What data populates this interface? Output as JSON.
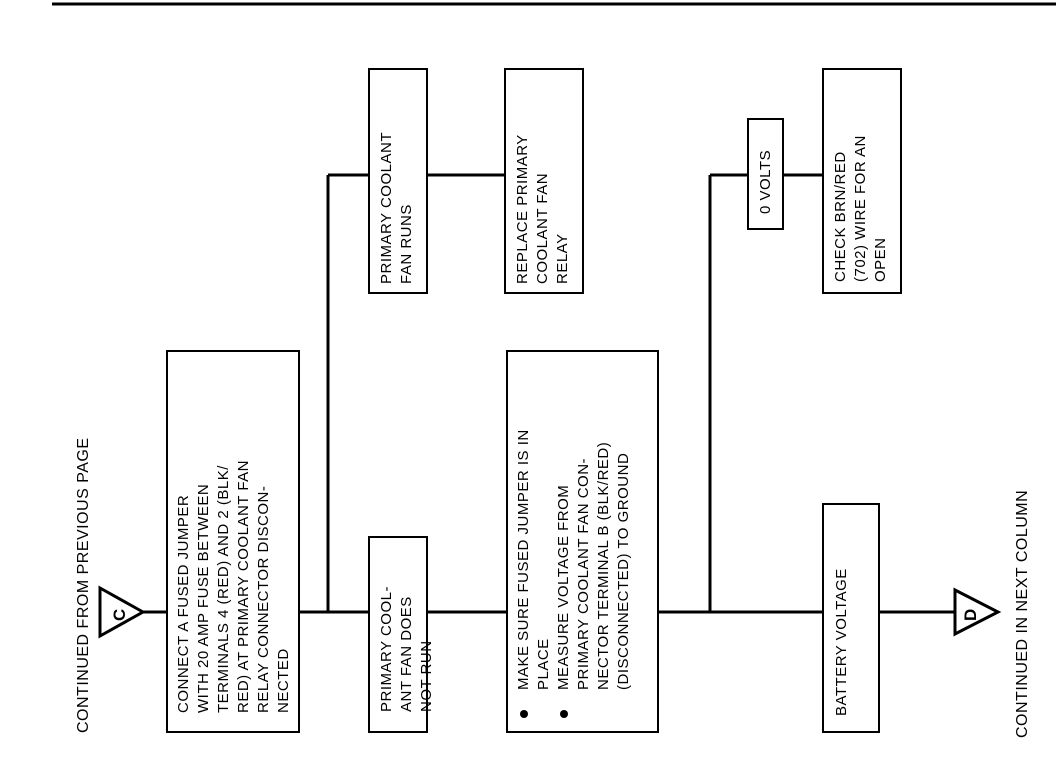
{
  "page": {
    "header_continued": "CONTINUED FROM PREVIOUS PAGE",
    "footer_continued": "CONTINUED IN NEXT COLUMN"
  },
  "connectors": {
    "start": "C",
    "end": "D"
  },
  "steps": {
    "connect_jumper": [
      "CONNECT A FUSED JUMPER",
      "WITH 20 AMP FUSE BETWEEN",
      "TERMINALS 4 (RED) AND 2 (BLK/",
      "RED) AT PRIMARY COOLANT FAN",
      "RELAY CONNECTOR DISCON-",
      "NECTED"
    ],
    "fan_runs": [
      "PRIMARY COOLANT",
      "FAN RUNS"
    ],
    "replace_relay": [
      "REPLACE PRIMARY",
      "COOLANT FAN",
      "RELAY"
    ],
    "fan_not_run": [
      "PRIMARY COOL-",
      "ANT FAN DOES",
      "NOT RUN"
    ],
    "measure": {
      "bullet1": [
        "MAKE SURE FUSED JUMPER IS IN",
        "PLACE"
      ],
      "bullet2": [
        "MEASURE VOLTAGE FROM",
        "PRIMARY  COOLANT  FAN  CON-",
        "NECTOR TERMINAL B (BLK/RED)",
        "(DISCONNECTED) TO GROUND"
      ]
    },
    "zero_volts": "0 VOLTS",
    "check_wire": [
      "CHECK BRN/RED",
      "(702) WIRE FOR AN",
      "OPEN"
    ],
    "battery_voltage": "BATTERY VOLTAGE"
  }
}
